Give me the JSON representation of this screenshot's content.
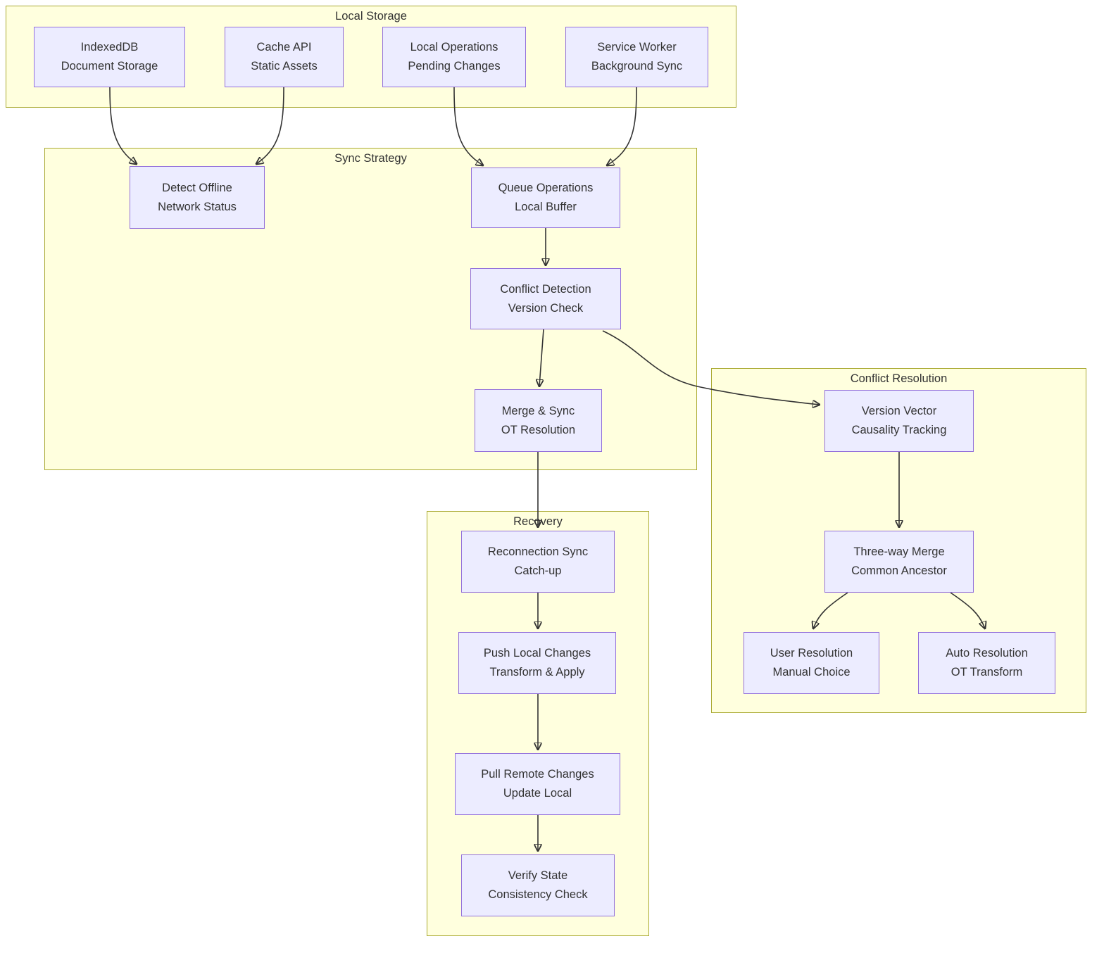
{
  "clusters": [
    {
      "id": "local-storage",
      "title": "Local Storage"
    },
    {
      "id": "sync-strategy",
      "title": "Sync Strategy"
    },
    {
      "id": "conflict-resolution",
      "title": "Conflict Resolution"
    },
    {
      "id": "recovery",
      "title": "Recovery"
    }
  ],
  "nodes": [
    {
      "id": "indexeddb",
      "line1": "IndexedDB",
      "line2": "Document Storage",
      "cluster": "local-storage"
    },
    {
      "id": "cache-api",
      "line1": "Cache API",
      "line2": "Static Assets",
      "cluster": "local-storage"
    },
    {
      "id": "local-operations",
      "line1": "Local Operations",
      "line2": "Pending Changes",
      "cluster": "local-storage"
    },
    {
      "id": "service-worker",
      "line1": "Service Worker",
      "line2": "Background Sync",
      "cluster": "local-storage"
    },
    {
      "id": "detect-offline",
      "line1": "Detect Offline",
      "line2": "Network Status",
      "cluster": "sync-strategy"
    },
    {
      "id": "queue-operations",
      "line1": "Queue Operations",
      "line2": "Local Buffer",
      "cluster": "sync-strategy"
    },
    {
      "id": "conflict-detection",
      "line1": "Conflict Detection",
      "line2": "Version Check",
      "cluster": "sync-strategy"
    },
    {
      "id": "merge-sync",
      "line1": "Merge & Sync",
      "line2": "OT Resolution",
      "cluster": "sync-strategy"
    },
    {
      "id": "version-vector",
      "line1": "Version Vector",
      "line2": "Causality Tracking",
      "cluster": "conflict-resolution"
    },
    {
      "id": "three-way-merge",
      "line1": "Three-way Merge",
      "line2": "Common Ancestor",
      "cluster": "conflict-resolution"
    },
    {
      "id": "user-resolution",
      "line1": "User Resolution",
      "line2": "Manual Choice",
      "cluster": "conflict-resolution"
    },
    {
      "id": "auto-resolution",
      "line1": "Auto Resolution",
      "line2": "OT Transform",
      "cluster": "conflict-resolution"
    },
    {
      "id": "reconnection-sync",
      "line1": "Reconnection Sync",
      "line2": "Catch-up",
      "cluster": "recovery"
    },
    {
      "id": "push-local-changes",
      "line1": "Push Local Changes",
      "line2": "Transform & Apply",
      "cluster": "recovery"
    },
    {
      "id": "pull-remote-changes",
      "line1": "Pull Remote Changes",
      "line2": "Update Local",
      "cluster": "recovery"
    },
    {
      "id": "verify-state",
      "line1": "Verify State",
      "line2": "Consistency Check",
      "cluster": "recovery"
    }
  ],
  "edges": [
    {
      "from": "indexeddb",
      "to": "detect-offline"
    },
    {
      "from": "cache-api",
      "to": "detect-offline"
    },
    {
      "from": "local-operations",
      "to": "queue-operations"
    },
    {
      "from": "service-worker",
      "to": "queue-operations"
    },
    {
      "from": "queue-operations",
      "to": "conflict-detection"
    },
    {
      "from": "conflict-detection",
      "to": "merge-sync"
    },
    {
      "from": "conflict-detection",
      "to": "version-vector"
    },
    {
      "from": "merge-sync",
      "to": "reconnection-sync"
    },
    {
      "from": "reconnection-sync",
      "to": "push-local-changes"
    },
    {
      "from": "push-local-changes",
      "to": "pull-remote-changes"
    },
    {
      "from": "pull-remote-changes",
      "to": "verify-state"
    },
    {
      "from": "version-vector",
      "to": "three-way-merge"
    },
    {
      "from": "three-way-merge",
      "to": "user-resolution"
    },
    {
      "from": "three-way-merge",
      "to": "auto-resolution"
    }
  ],
  "colors": {
    "node_fill": "#ECECFF",
    "node_border": "#9370DB",
    "cluster_fill": "#FFFFDE",
    "cluster_border": "#AAAA33",
    "text": "#333333",
    "edge": "#333333",
    "background": "#FFFFFF"
  }
}
